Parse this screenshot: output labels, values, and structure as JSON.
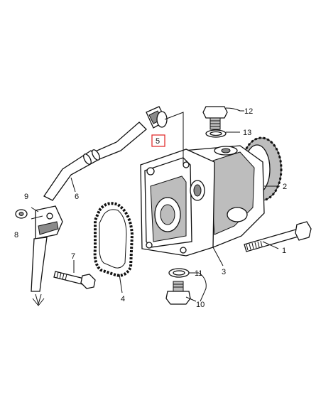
{
  "callouts": [
    {
      "id": "1",
      "text": "1"
    },
    {
      "id": "2",
      "text": "2"
    },
    {
      "id": "3",
      "text": "3"
    },
    {
      "id": "4",
      "text": "4"
    },
    {
      "id": "5",
      "text": "5"
    },
    {
      "id": "6",
      "text": "6"
    },
    {
      "id": "7",
      "text": "7"
    },
    {
      "id": "8",
      "text": "8"
    },
    {
      "id": "9",
      "text": "9"
    },
    {
      "id": "10",
      "text": "10"
    },
    {
      "id": "11",
      "text": "11"
    },
    {
      "id": "12",
      "text": "12"
    },
    {
      "id": "13",
      "text": "13"
    }
  ],
  "highlight": {
    "callout": "5",
    "color": "#e02020"
  },
  "colors": {
    "ink": "#111111",
    "shade": "#bdbdbd",
    "background": "#ffffff"
  }
}
